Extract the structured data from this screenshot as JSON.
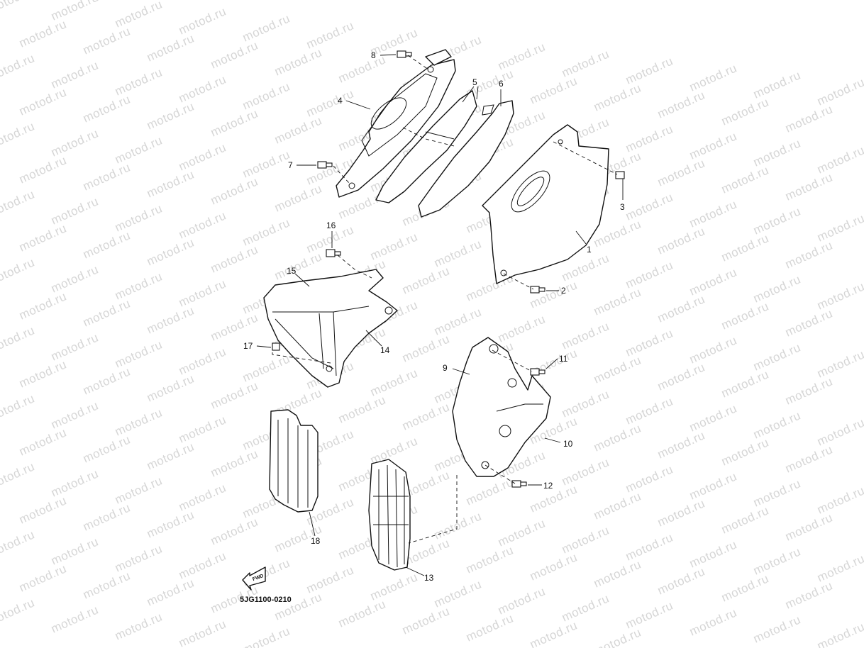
{
  "watermark": {
    "text": "motod.ru"
  },
  "diagram": {
    "code": "5JG1100-0210",
    "fwd_label": "FWD",
    "callouts": [
      "1",
      "2",
      "3",
      "4",
      "5",
      "6",
      "7",
      "8",
      "9",
      "10",
      "11",
      "12",
      "13",
      "14",
      "15",
      "16",
      "17",
      "18"
    ]
  }
}
